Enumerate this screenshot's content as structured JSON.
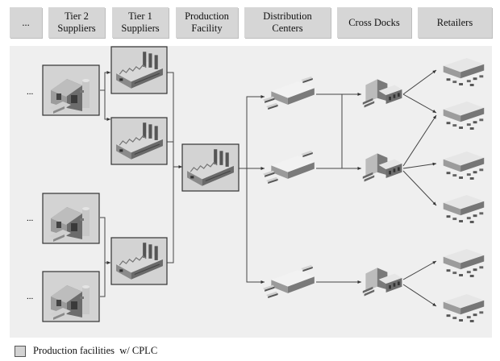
{
  "headers": [
    {
      "id": "h-ellipsis",
      "lines": [
        "..."
      ]
    },
    {
      "id": "h-tier2",
      "lines": [
        "Tier 2",
        "Suppliers"
      ]
    },
    {
      "id": "h-tier1",
      "lines": [
        "Tier 1",
        "Suppliers"
      ]
    },
    {
      "id": "h-production",
      "lines": [
        "Production",
        "Facility"
      ]
    },
    {
      "id": "h-distribution",
      "lines": [
        "Distribution",
        "Centers"
      ]
    },
    {
      "id": "h-crossdocks",
      "lines": [
        "Cross Docks"
      ]
    },
    {
      "id": "h-retailers",
      "lines": [
        "Retailers"
      ]
    }
  ],
  "row_ellipsis": "...",
  "legend": {
    "label": "Production facilities  w/ CPLC"
  },
  "colors": {
    "header_bg": "#d6d6d6",
    "panel_bg": "#efefef",
    "cplc_box": "#d3d3d3"
  }
}
